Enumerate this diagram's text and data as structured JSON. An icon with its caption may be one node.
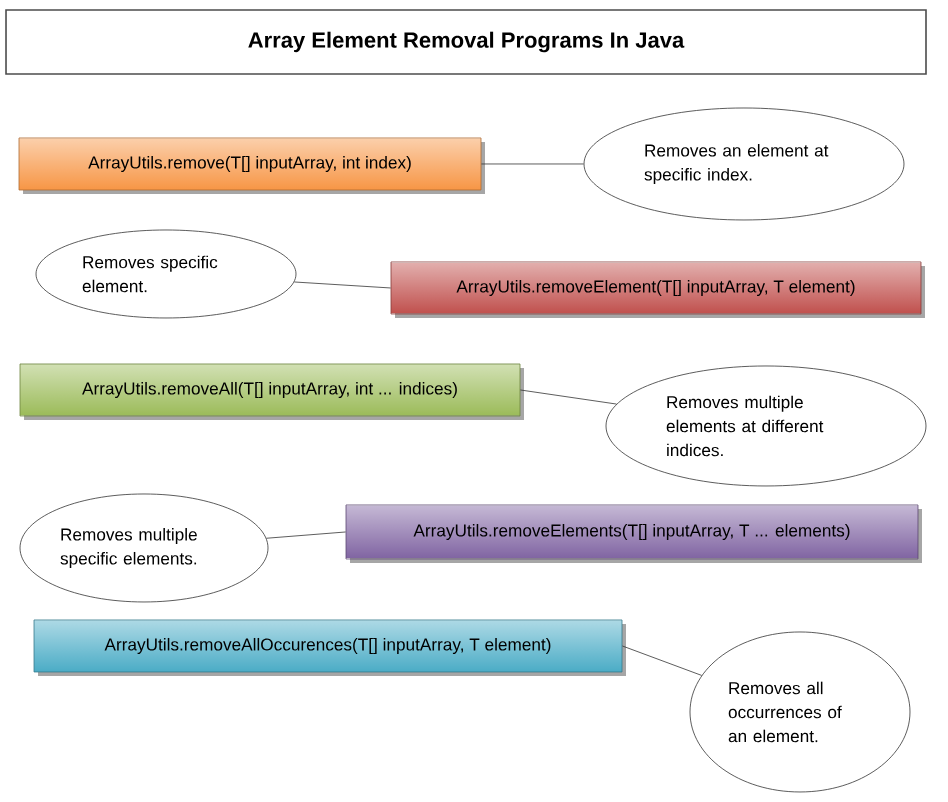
{
  "diagram": {
    "title": "Array Element Removal Programs In Java",
    "nodes": [
      {
        "text": [
          "ArrayUtils.remove(T[] inputArray, int index)"
        ]
      },
      {
        "text": [
          "Removes an element at specific index."
        ]
      },
      {
        "text": [
          "Removes specific element."
        ]
      },
      {
        "text": [
          "ArrayUtils.removeElement(T[] inputArray, T element)"
        ]
      },
      {
        "text": [
          "ArrayUtils.removeAll(T[] inputArray, int ... indices)"
        ]
      },
      {
        "text": [
          "Removes multiple elements at different indices."
        ]
      },
      {
        "text": [
          "Removes multiple specific elements."
        ]
      },
      {
        "text": [
          "ArrayUtils.removeElements(T[] inputArray, T ... elements)"
        ]
      },
      {
        "text": [
          "ArrayUtils.removeAllOccurences(T[] inputArray, T element)"
        ]
      },
      {
        "text": [
          "Removes all occurrences of an element."
        ]
      }
    ],
    "edges": [
      {
        "from": 1,
        "to": 0,
        "arrow": "none"
      },
      {
        "from": 2,
        "to": 3,
        "arrow": "none"
      },
      {
        "from": 5,
        "to": 4,
        "arrow": "none"
      },
      {
        "from": 6,
        "to": 7,
        "arrow": "none"
      },
      {
        "from": 9,
        "to": 8,
        "arrow": "none"
      }
    ]
  }
}
